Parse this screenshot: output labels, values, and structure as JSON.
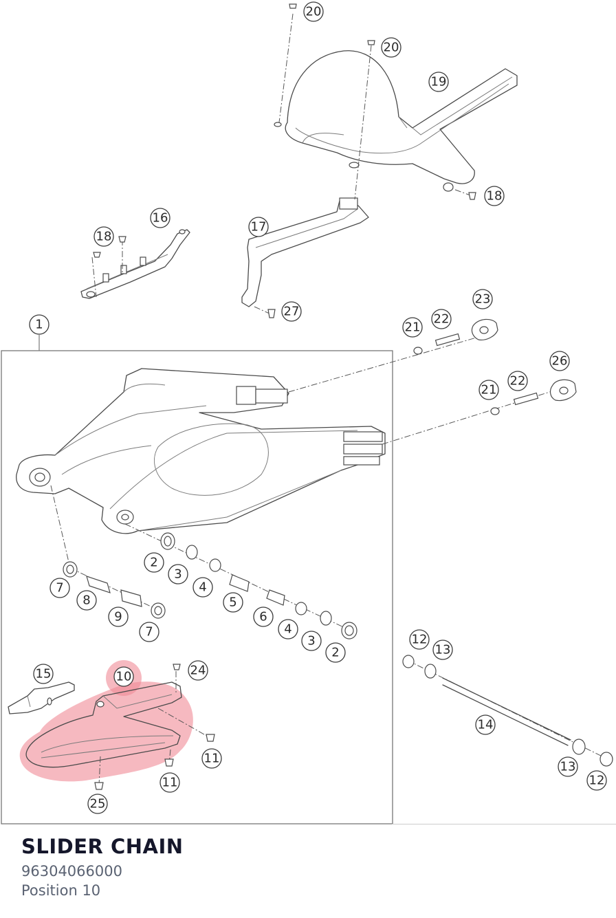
{
  "part": {
    "name": "SLIDER CHAIN",
    "number": "96304066000",
    "position": "Position 10"
  },
  "highlight_color": "#f08a96",
  "callouts": [
    {
      "label": "20"
    },
    {
      "label": "20"
    },
    {
      "label": "19"
    },
    {
      "label": "18"
    },
    {
      "label": "16"
    },
    {
      "label": "18"
    },
    {
      "label": "17"
    },
    {
      "label": "27"
    },
    {
      "label": "1"
    },
    {
      "label": "23"
    },
    {
      "label": "21"
    },
    {
      "label": "22"
    },
    {
      "label": "26"
    },
    {
      "label": "21"
    },
    {
      "label": "22"
    },
    {
      "label": "2"
    },
    {
      "label": "3"
    },
    {
      "label": "4"
    },
    {
      "label": "5"
    },
    {
      "label": "6"
    },
    {
      "label": "4"
    },
    {
      "label": "3"
    },
    {
      "label": "2"
    },
    {
      "label": "7"
    },
    {
      "label": "8"
    },
    {
      "label": "9"
    },
    {
      "label": "7"
    },
    {
      "label": "15"
    },
    {
      "label": "10"
    },
    {
      "label": "24"
    },
    {
      "label": "11"
    },
    {
      "label": "11"
    },
    {
      "label": "25"
    },
    {
      "label": "12"
    },
    {
      "label": "13"
    },
    {
      "label": "14"
    },
    {
      "label": "13"
    },
    {
      "label": "12"
    }
  ]
}
